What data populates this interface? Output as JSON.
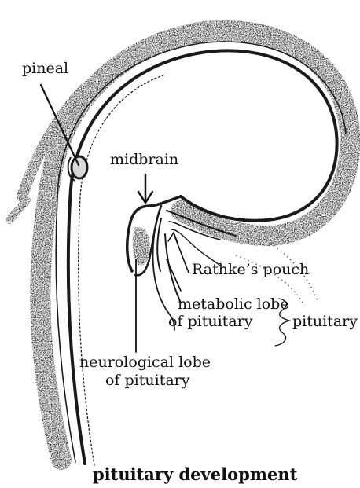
{
  "labels": {
    "pineal": "pineal",
    "midbrain": "midbrain",
    "rathke": "Rathke’s pouch",
    "metabolic_1": "metabolic lobe",
    "metabolic_2": "of pituitary",
    "pituitary": "pituitary",
    "neuro_1": "neurological lobe",
    "neuro_2": "of pituitary"
  },
  "caption": "pituitary development",
  "colors": {
    "ink": "#111111",
    "stipple": "#6d6d6d",
    "background": "#ffffff"
  }
}
